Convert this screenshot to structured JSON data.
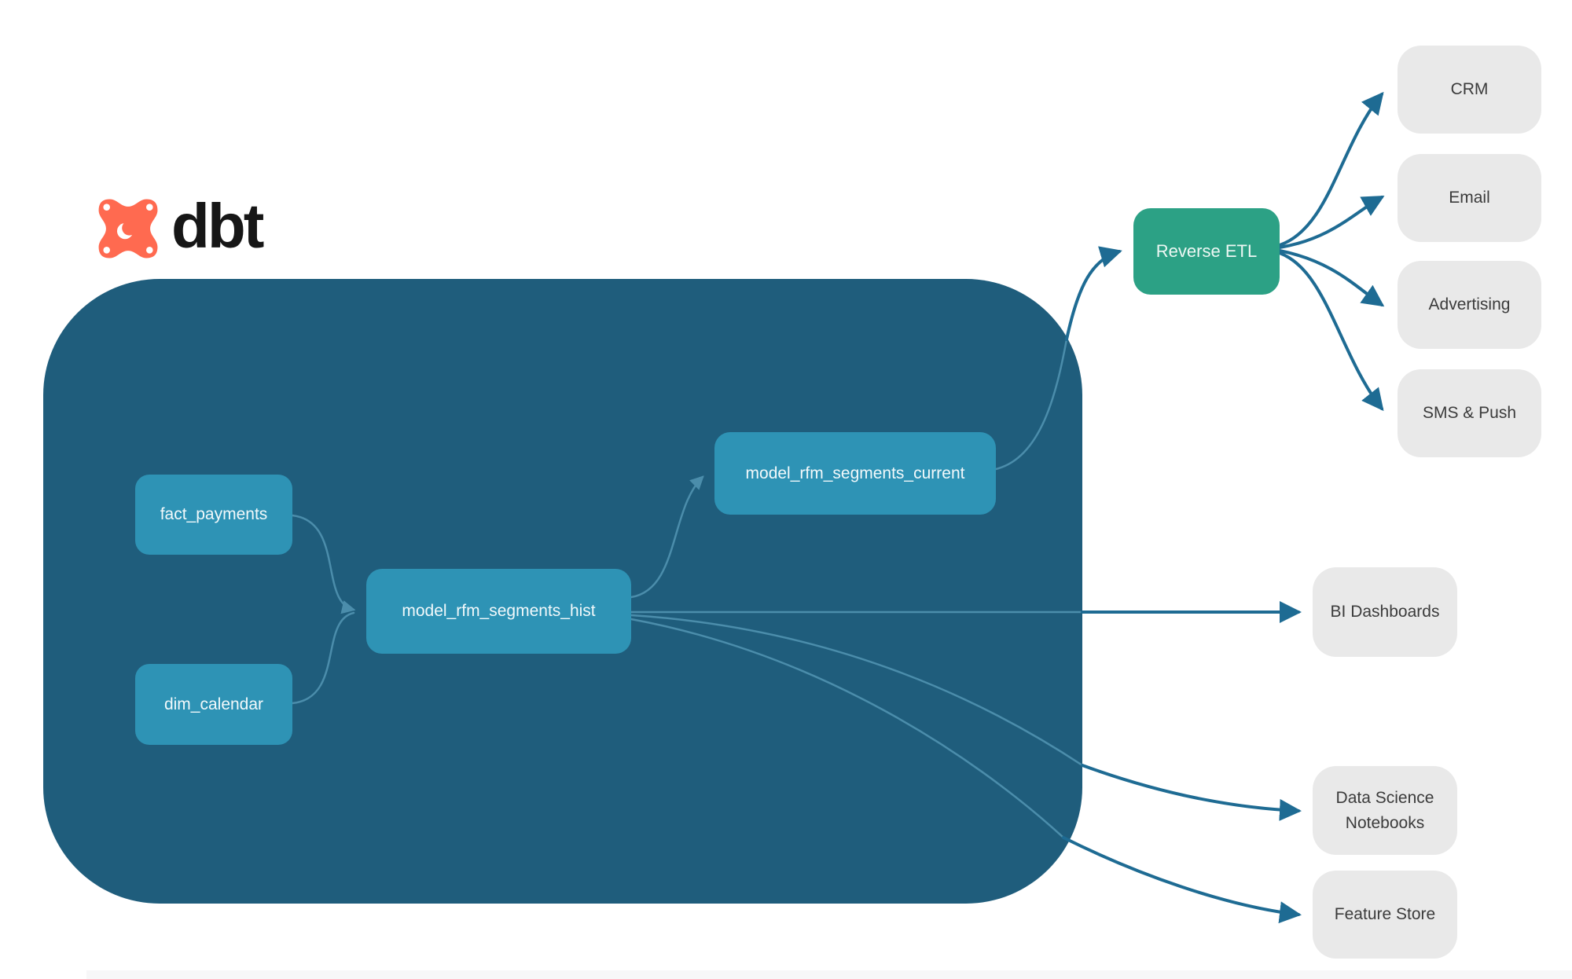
{
  "brand": {
    "name": "dbt"
  },
  "colors": {
    "container": "#1f5d7c",
    "node": "#2e93b5",
    "node_text": "#f2f9fb",
    "reverse_etl": "#2ca185",
    "destination_bg": "#e9e9e9",
    "destination_text": "#3b3b3b",
    "edge_dark": "#1e6b93",
    "edge_soft": "#4b8dab",
    "logo_orange": "#ff6a50",
    "logo_text": "#161616"
  },
  "nodes": {
    "fact_payments": {
      "label": "fact_payments"
    },
    "dim_calendar": {
      "label": "dim_calendar"
    },
    "model_hist": {
      "label": "model_rfm_segments_hist"
    },
    "model_current": {
      "label": "model_rfm_segments_current"
    },
    "reverse_etl": {
      "label": "Reverse ETL"
    },
    "crm": {
      "label": "CRM"
    },
    "email": {
      "label": "Email"
    },
    "advertising": {
      "label": "Advertising"
    },
    "sms_push": {
      "label": "SMS & Push"
    },
    "bi_dashboards": {
      "label": "BI Dashboards"
    },
    "data_science_notebooks": {
      "label": "Data Science Notebooks"
    },
    "feature_store": {
      "label": "Feature Store"
    }
  },
  "edges": [
    {
      "from": "fact_payments",
      "to": "model_rfm_segments_hist"
    },
    {
      "from": "dim_calendar",
      "to": "model_rfm_segments_hist"
    },
    {
      "from": "model_rfm_segments_hist",
      "to": "model_rfm_segments_current"
    },
    {
      "from": "model_rfm_segments_current",
      "to": "Reverse ETL"
    },
    {
      "from": "Reverse ETL",
      "to": "CRM"
    },
    {
      "from": "Reverse ETL",
      "to": "Email"
    },
    {
      "from": "Reverse ETL",
      "to": "Advertising"
    },
    {
      "from": "Reverse ETL",
      "to": "SMS & Push"
    },
    {
      "from": "model_rfm_segments_hist",
      "to": "BI Dashboards"
    },
    {
      "from": "model_rfm_segments_hist",
      "to": "Data Science Notebooks"
    },
    {
      "from": "model_rfm_segments_hist",
      "to": "Feature Store"
    }
  ]
}
